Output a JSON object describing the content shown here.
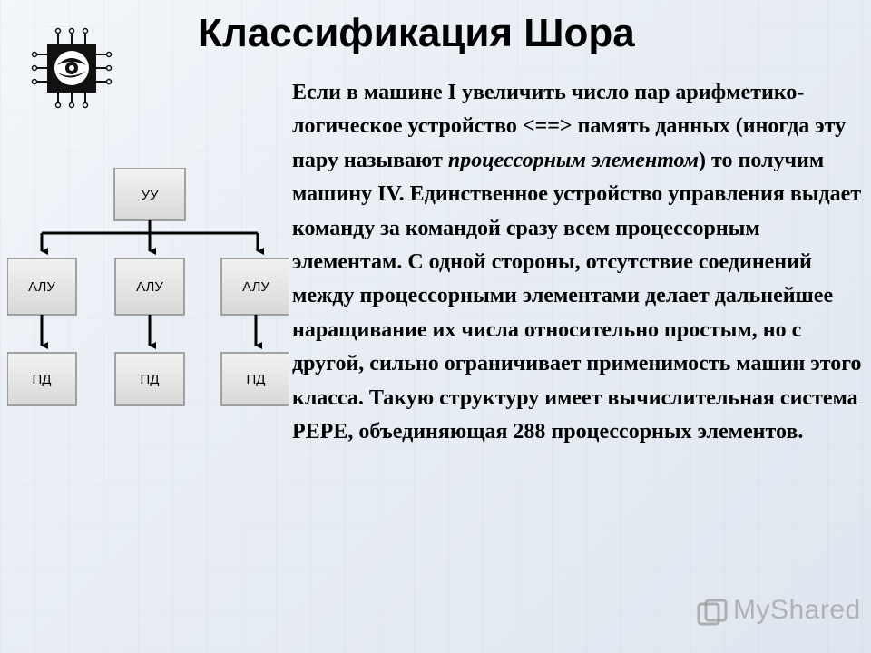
{
  "slide": {
    "title": "Классификация Шора",
    "paragraph": {
      "part1": "Если в машине I увеличить число пар арифметико-логическое устройство <==> память данных (иногда эту пару называют ",
      "emphasis": "процессорным элементом",
      "part2": ") то получим машину IV. Единственное устройство управления выдает команду за командой сразу всем процессорным элементам. С одной стороны, отсутствие соединений между процессорными элементами делает дальнейшее наращивание их числа относительно простым, но с другой, сильно ограничивает применимость машин этого класса. Такую структуру имеет вычислительная система PEPE, объединяющая 288 процессорных элементов."
    }
  },
  "diagram": {
    "control_unit": "УУ",
    "alus": [
      "АЛУ",
      "АЛУ",
      "АЛУ"
    ],
    "memories": [
      "ПД",
      "ПД",
      "ПД"
    ]
  },
  "watermark": {
    "text": "MyShared"
  },
  "icons": {
    "logo": "chip-logo-icon",
    "watermark": "myshared-logo-icon"
  }
}
